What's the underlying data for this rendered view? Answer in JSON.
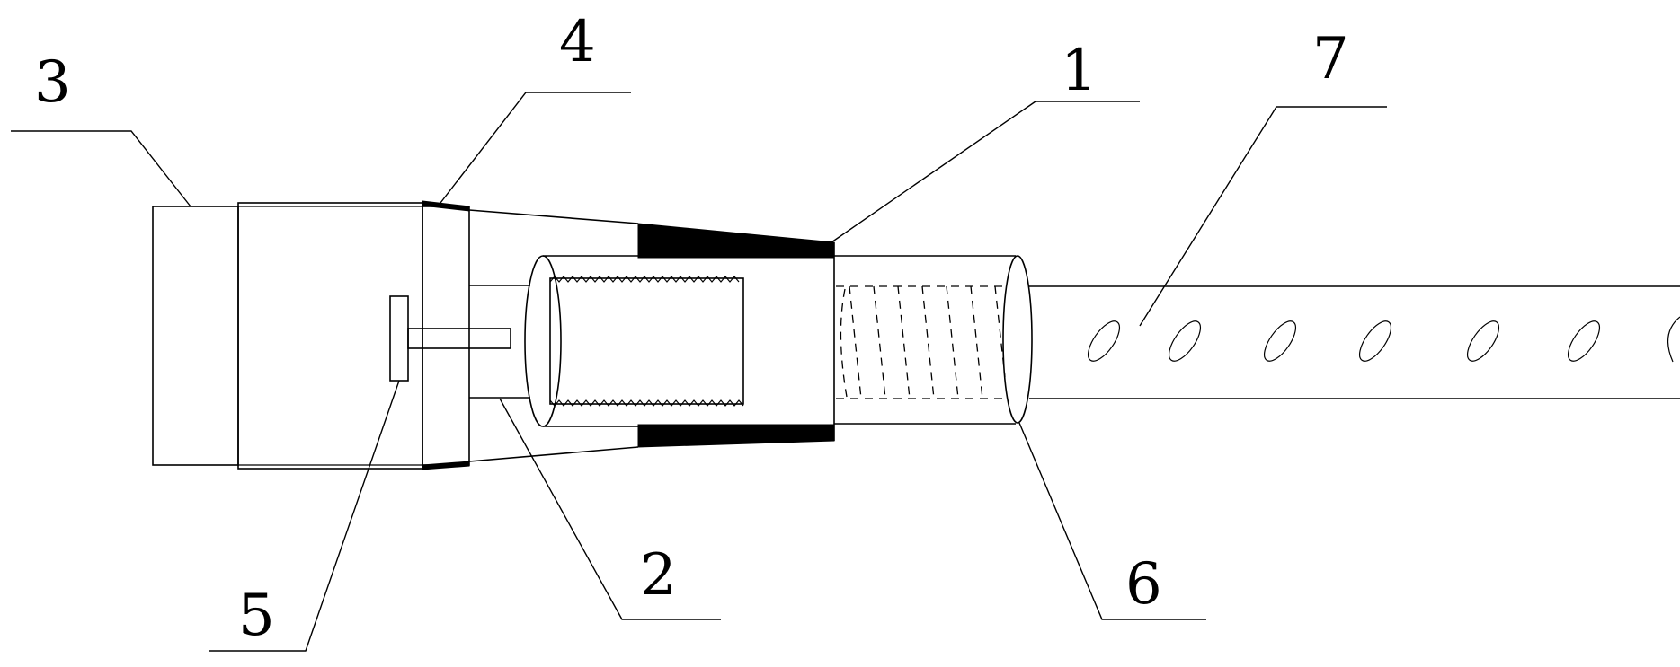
{
  "labels": {
    "l1": "1",
    "l2": "2",
    "l3": "3",
    "l4": "4",
    "l5": "5",
    "l6": "6",
    "l7": "7"
  },
  "colors": {
    "stroke": "#000000",
    "background": "#ffffff",
    "speckle": "#6b6b6b"
  }
}
